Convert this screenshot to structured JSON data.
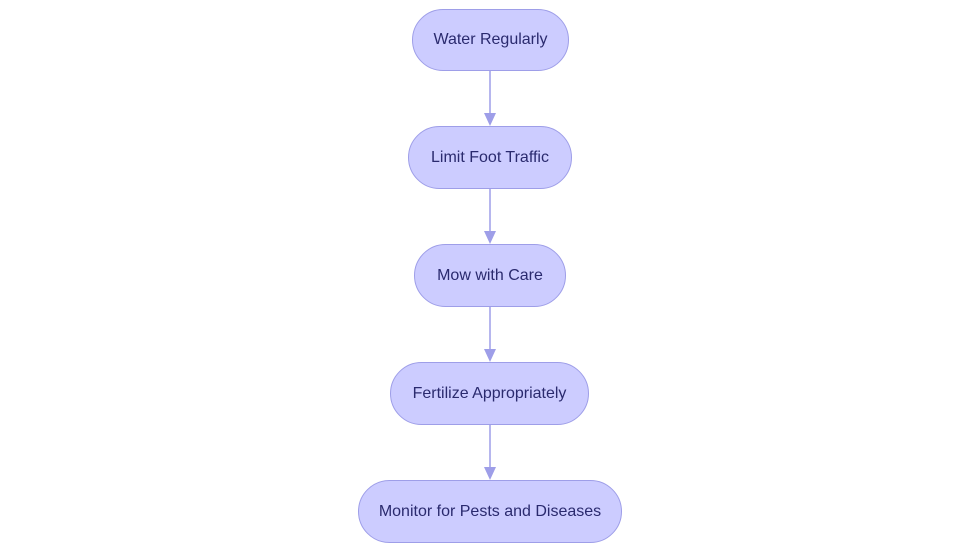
{
  "colors": {
    "node_fill": "#ccccff",
    "node_border": "#9e9ee8",
    "node_text": "#2a2a6e",
    "edge": "#9e9ee8"
  },
  "flow": {
    "steps": [
      {
        "label": "Water Regularly"
      },
      {
        "label": "Limit Foot Traffic"
      },
      {
        "label": "Mow with Care"
      },
      {
        "label": "Fertilize Appropriately"
      },
      {
        "label": "Monitor for Pests and Diseases"
      }
    ]
  }
}
